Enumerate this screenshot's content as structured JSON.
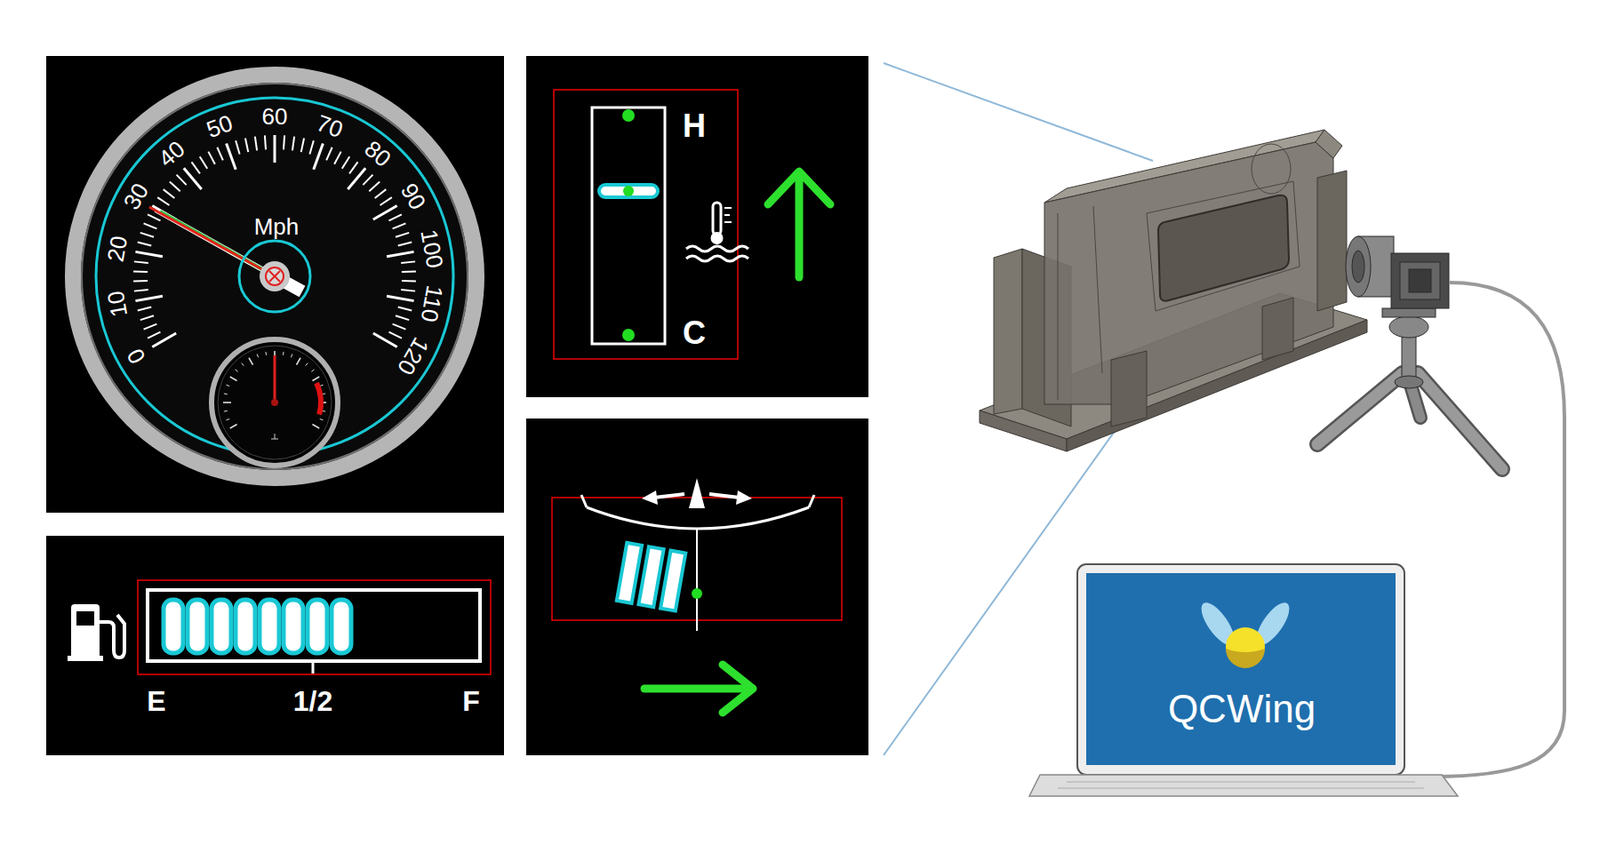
{
  "diagram": {
    "nodes": [
      {
        "text": [
          "0",
          "10",
          "20",
          "30",
          "40",
          "50",
          "60",
          "70",
          "80",
          "90",
          "100",
          "110",
          "120",
          "Mph"
        ]
      },
      {
        "text": [
          "H",
          "C"
        ]
      },
      {
        "text": [
          "E",
          "1/2",
          "F"
        ]
      },
      {
        "text": [
          "QCWing"
        ]
      }
    ]
  }
}
